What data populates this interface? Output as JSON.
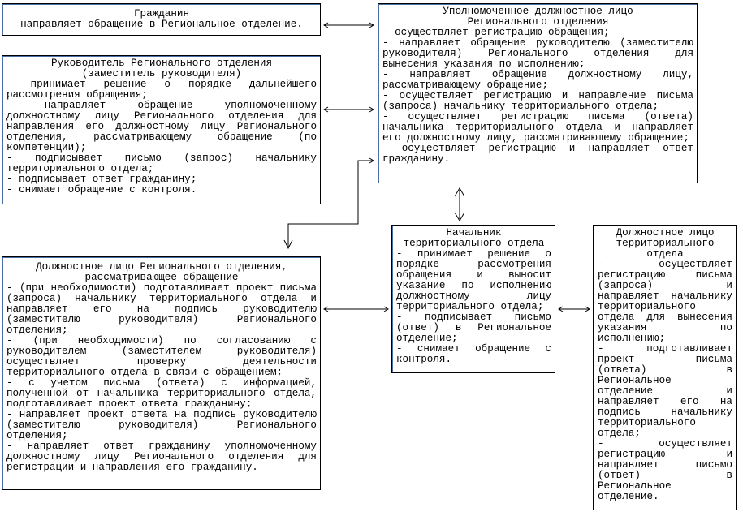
{
  "boxes": {
    "citizen": {
      "title": "Гражданин\nнаправляет обращение в Региональное отделение.",
      "items": []
    },
    "head": {
      "title": "Руководитель Регионального отделения\n(заместитель руководителя)",
      "items": [
        "- принимает решение о порядке дальнейшего рассмотрения обращения;",
        "- направляет обращение уполномоченному должностному лицу Регионального отделения для направления его должностному лицу Регионального отделения, рассматривающему обращение (по компетенции);",
        "- подписывает письмо (запрос) начальнику территориального отдела;",
        "- подписывает ответ гражданину;",
        "- снимает обращение с контроля."
      ]
    },
    "authorized": {
      "title": "Уполномоченное должностное лицо\nРегионального отделения",
      "items": [
        "- осуществляет регистрацию обращения;",
        "- направляет обращение руководителю (заместителю руководителя) Регионального отделения для вынесения указания по исполнению;",
        "- направляет обращение должностному лицу, рассматривающему обращение;",
        "- осуществляет регистрацию и направление письма (запроса) начальнику территориального отдела;",
        "- осуществляет регистрацию письма (ответа) начальника территориального отдела и направляет его должностному лицу, рассматривающему обращение;",
        "- осуществляет регистрацию и направляет ответ гражданину."
      ]
    },
    "officer": {
      "title": "Должностное лицо Регионального отделения,\nрассматривающее обращение",
      "items": [
        "- (при необходимости) подготавливает проект письма (запроса) начальнику территориального отдела и направляет его на подпись руководителю (заместителю руководителя) Регионального отделения;",
        "- (при необходимости) по согласованию с руководителем (заместителем руководителя) осуществляет проверку деятельности территориального отдела в связи с обращением;",
        "- с учетом письма (ответа) с информацией, полученной от начальника территориального отдела, подготавливает проект ответа гражданину;",
        "- направляет проект ответа на подпись руководителю (заместителю руководителя) Регионального отделения;",
        "- направляет ответ гражданину уполномоченному должностному лицу Регионального отделения для регистрации и направления его гражданину."
      ]
    },
    "territorial_head": {
      "title": "Начальник\nтерриториального отдела",
      "items": [
        "- принимает решение о порядке рассмотрения обращения и выносит указание по исполнению должностному лицу территориального отдела;",
        "- подписывает письмо (ответ) в Региональное отделение;",
        "- снимает обращение с контроля."
      ]
    },
    "territorial_officer": {
      "title": "Должностное лицо\nтерриториального\nотдела",
      "items": [
        "- осуществляет регистрацию письма (запроса) и направляет начальнику территориального отдела для вынесения указания по исполнению;",
        "- подготавливает проект письма (ответа) в Региональное отделение и направляет его на подпись начальнику территориального отдела;",
        "- осуществляет регистрацию и направляет письмо (ответ) в Региональное отделение."
      ]
    }
  }
}
